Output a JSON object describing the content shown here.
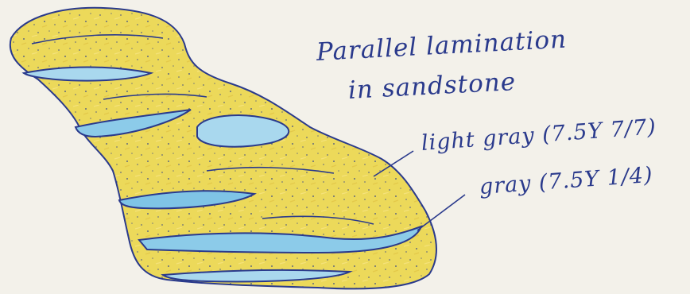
{
  "title": {
    "line1": "Parallel lamination",
    "line2": "in sandstone"
  },
  "labels": {
    "light_gray": "light gray (7.5Y 7/7)",
    "gray": "gray (7.5Y 1/4)"
  },
  "colors": {
    "background": "#f3f1ea",
    "sandstone_fill": "#ecd95a",
    "light_gray_layer": "#a9d8ee",
    "gray_layer": "#7fc4e6",
    "ink": "#2a3a8c"
  }
}
